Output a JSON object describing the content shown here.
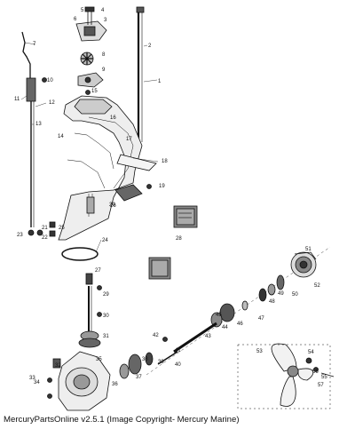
{
  "caption": "MercuryPartsOnline v2.5.1 (Image Copyright- Mercury Marine)",
  "callouts": [
    "1",
    "2",
    "3",
    "4",
    "5",
    "6",
    "7",
    "8",
    "9",
    "10",
    "11",
    "12",
    "13",
    "14",
    "15",
    "16",
    "17",
    "18",
    "19",
    "20",
    "21",
    "22",
    "23",
    "24",
    "25",
    "26",
    "27",
    "28",
    "29",
    "30",
    "31",
    "32",
    "33",
    "34",
    "35",
    "36",
    "37",
    "38",
    "39",
    "40",
    "41",
    "42",
    "43",
    "44",
    "45",
    "46",
    "47",
    "48",
    "49",
    "50",
    "51",
    "52",
    "53",
    "54",
    "55",
    "56",
    "57"
  ],
  "colors": {
    "ink": "#111111",
    "paper": "#ffffff",
    "gray": "#888888"
  }
}
